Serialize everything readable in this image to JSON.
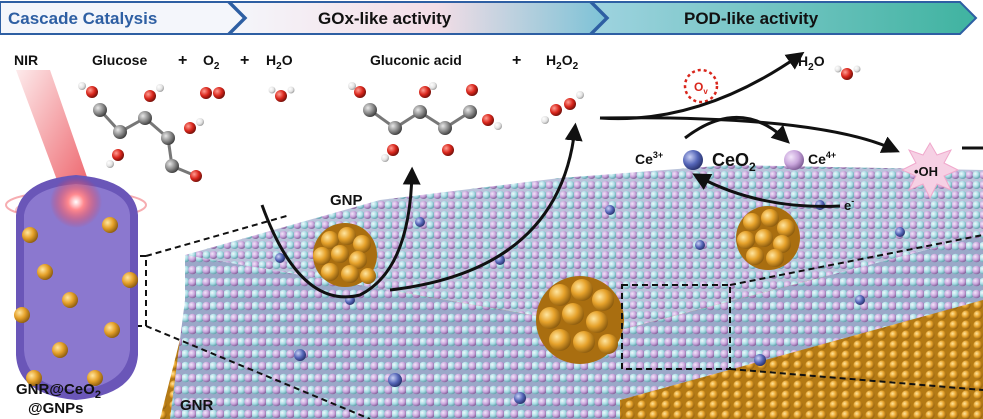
{
  "header": {
    "step1": "Cascade Catalysis",
    "step2": "GOx-like activity",
    "step3": "POD-like activity"
  },
  "reactants": {
    "nir": "NIR",
    "glucose": "Glucose",
    "plus1": "+",
    "o2": "O",
    "o2_sub": "2",
    "plus2": "+",
    "h2o": "H",
    "h2o_sub": "2",
    "h2o_tail": "O"
  },
  "products": {
    "gluconic": "Gluconic acid",
    "plus3": "+",
    "h2o2": "H",
    "h2o2_sub": "2",
    "h2o2_mid": "O",
    "h2o2_sub2": "2",
    "water_out": "H",
    "water_out_sub": "2",
    "water_out_tail": "O"
  },
  "catalyst": {
    "gnp": "GNP",
    "ov": "O",
    "ov_sub": "v",
    "ce3": "Ce",
    "ce3_sup": "3+",
    "ceo2": "CeO",
    "ceo2_sub": "2",
    "ce4": "Ce",
    "ce4_sup": "4+",
    "electron": "e",
    "electron_sup": "-",
    "oh": "•OH"
  },
  "particle": {
    "name_line1": "GNR@CeO",
    "name_line1_sub": "2",
    "name_line2": "@GNPs",
    "gnr": "GNR"
  },
  "colors": {
    "header_blue": "#2e5fa3",
    "header_fill_start": "#eef3fb",
    "header_fill_end": "#7fc3d8",
    "ceria_purple": "#c9a6dc",
    "ceria_cyan": "#a8dbe4",
    "ce_blue": "#5566b8",
    "gold": "#e6a22b",
    "oxygen_red": "#d9261c",
    "carbon_gray": "#8a8a8a",
    "oh_pink": "#f6d0e4",
    "laser_red": "#e8323c"
  }
}
